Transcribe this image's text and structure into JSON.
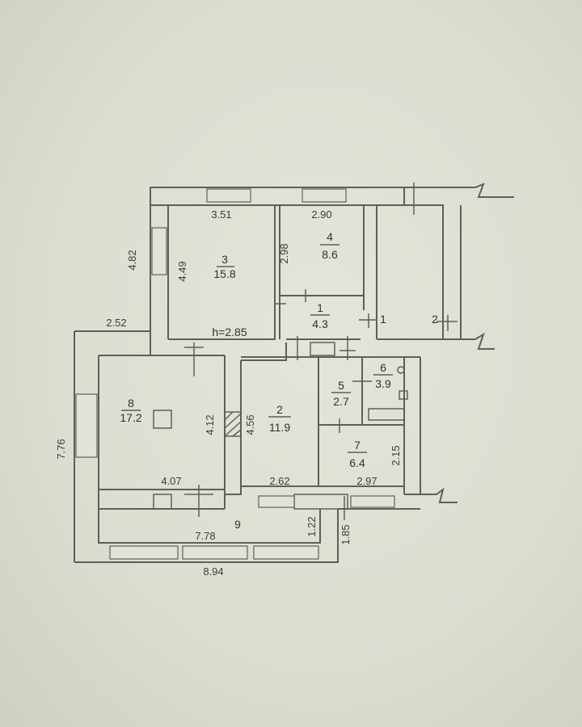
{
  "plan": {
    "ceiling_height": "h=2.85",
    "rooms": [
      {
        "number": "1",
        "area": "4.3"
      },
      {
        "number": "2",
        "area": "11.9"
      },
      {
        "number": "3",
        "area": "15.8"
      },
      {
        "number": "4",
        "area": "8.6"
      },
      {
        "number": "5",
        "area": "2.7"
      },
      {
        "number": "6",
        "area": "3.9"
      },
      {
        "number": "7",
        "area": "6.4"
      },
      {
        "number": "8",
        "area": "17.2"
      }
    ],
    "room_9": "9",
    "markers": [
      "1",
      "2"
    ],
    "dimensions": {
      "d351": "3.51",
      "d290": "2.90",
      "d482": "4.82",
      "d449": "4.49",
      "d298": "2.98",
      "d252": "2.52",
      "d776": "7.76",
      "d412": "4.12",
      "d456": "4.56",
      "d407": "4.07",
      "d262": "2.62",
      "d297": "2.97",
      "d215": "2.15",
      "d778": "7.78",
      "d122": "1.22",
      "d185": "1.85",
      "d894": "8.94"
    }
  }
}
